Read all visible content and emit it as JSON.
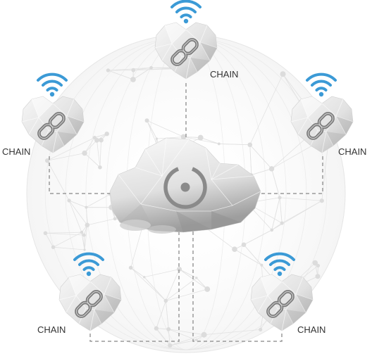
{
  "diagram": {
    "hub": {
      "icon": "power-ring-icon"
    },
    "nodes": [
      {
        "id": "top",
        "label": "CHAIN",
        "icon": "chain-link-icon",
        "signal_icon": "wifi-icon"
      },
      {
        "id": "upper-left",
        "label": "CHAIN",
        "icon": "chain-link-icon",
        "signal_icon": "wifi-icon"
      },
      {
        "id": "upper-right",
        "label": "CHAIN",
        "icon": "chain-link-icon",
        "signal_icon": "wifi-icon"
      },
      {
        "id": "bottom-left",
        "label": "CHAIN",
        "icon": "chain-link-icon",
        "signal_icon": "wifi-icon"
      },
      {
        "id": "bottom-right",
        "label": "CHAIN",
        "icon": "chain-link-icon",
        "signal_icon": "wifi-icon"
      }
    ],
    "colors": {
      "wifi": "#3b9ad6",
      "heart_light": "#eeeeee",
      "heart_dark": "#bdbdbd",
      "cloud_light": "#f2f2f2",
      "cloud_dark": "#a9a9a9",
      "connector": "#9a9a9a",
      "network": "#dddddd"
    }
  }
}
